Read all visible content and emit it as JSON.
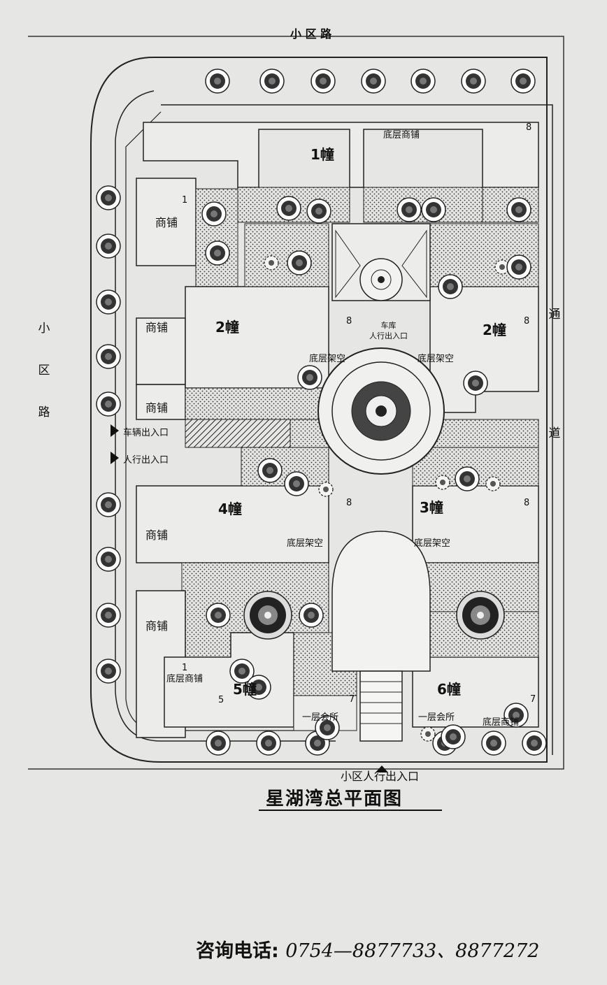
{
  "roads": {
    "top": "小 区 路",
    "left": [
      "小",
      "区",
      "路"
    ],
    "right": [
      "通",
      "道"
    ],
    "bottom_entrance": "小区人行出入口"
  },
  "buildings": {
    "b1": "1幢",
    "b2_left": "2幢",
    "b2_right": "2幢",
    "b3": "3幢",
    "b4": "4幢",
    "b5": "5幢",
    "b6": "6幢"
  },
  "labels": {
    "shop": "商铺",
    "ground_shop": "底层商铺",
    "stilt_floor": "底层架空",
    "clubhouse": "一层会所",
    "garage_entry": "车库\n人行出入口",
    "vehicle_entry": "车辆出入口",
    "pedestrian_entry": "人行出入口"
  },
  "stair_numbers": {
    "n1": "1",
    "n5": "5",
    "n7": "7",
    "n8": "8"
  },
  "footer": {
    "title": "星湖湾总平面图",
    "phone_label": "咨询电话:",
    "phone_numbers": "0754—8877733、8877272"
  }
}
